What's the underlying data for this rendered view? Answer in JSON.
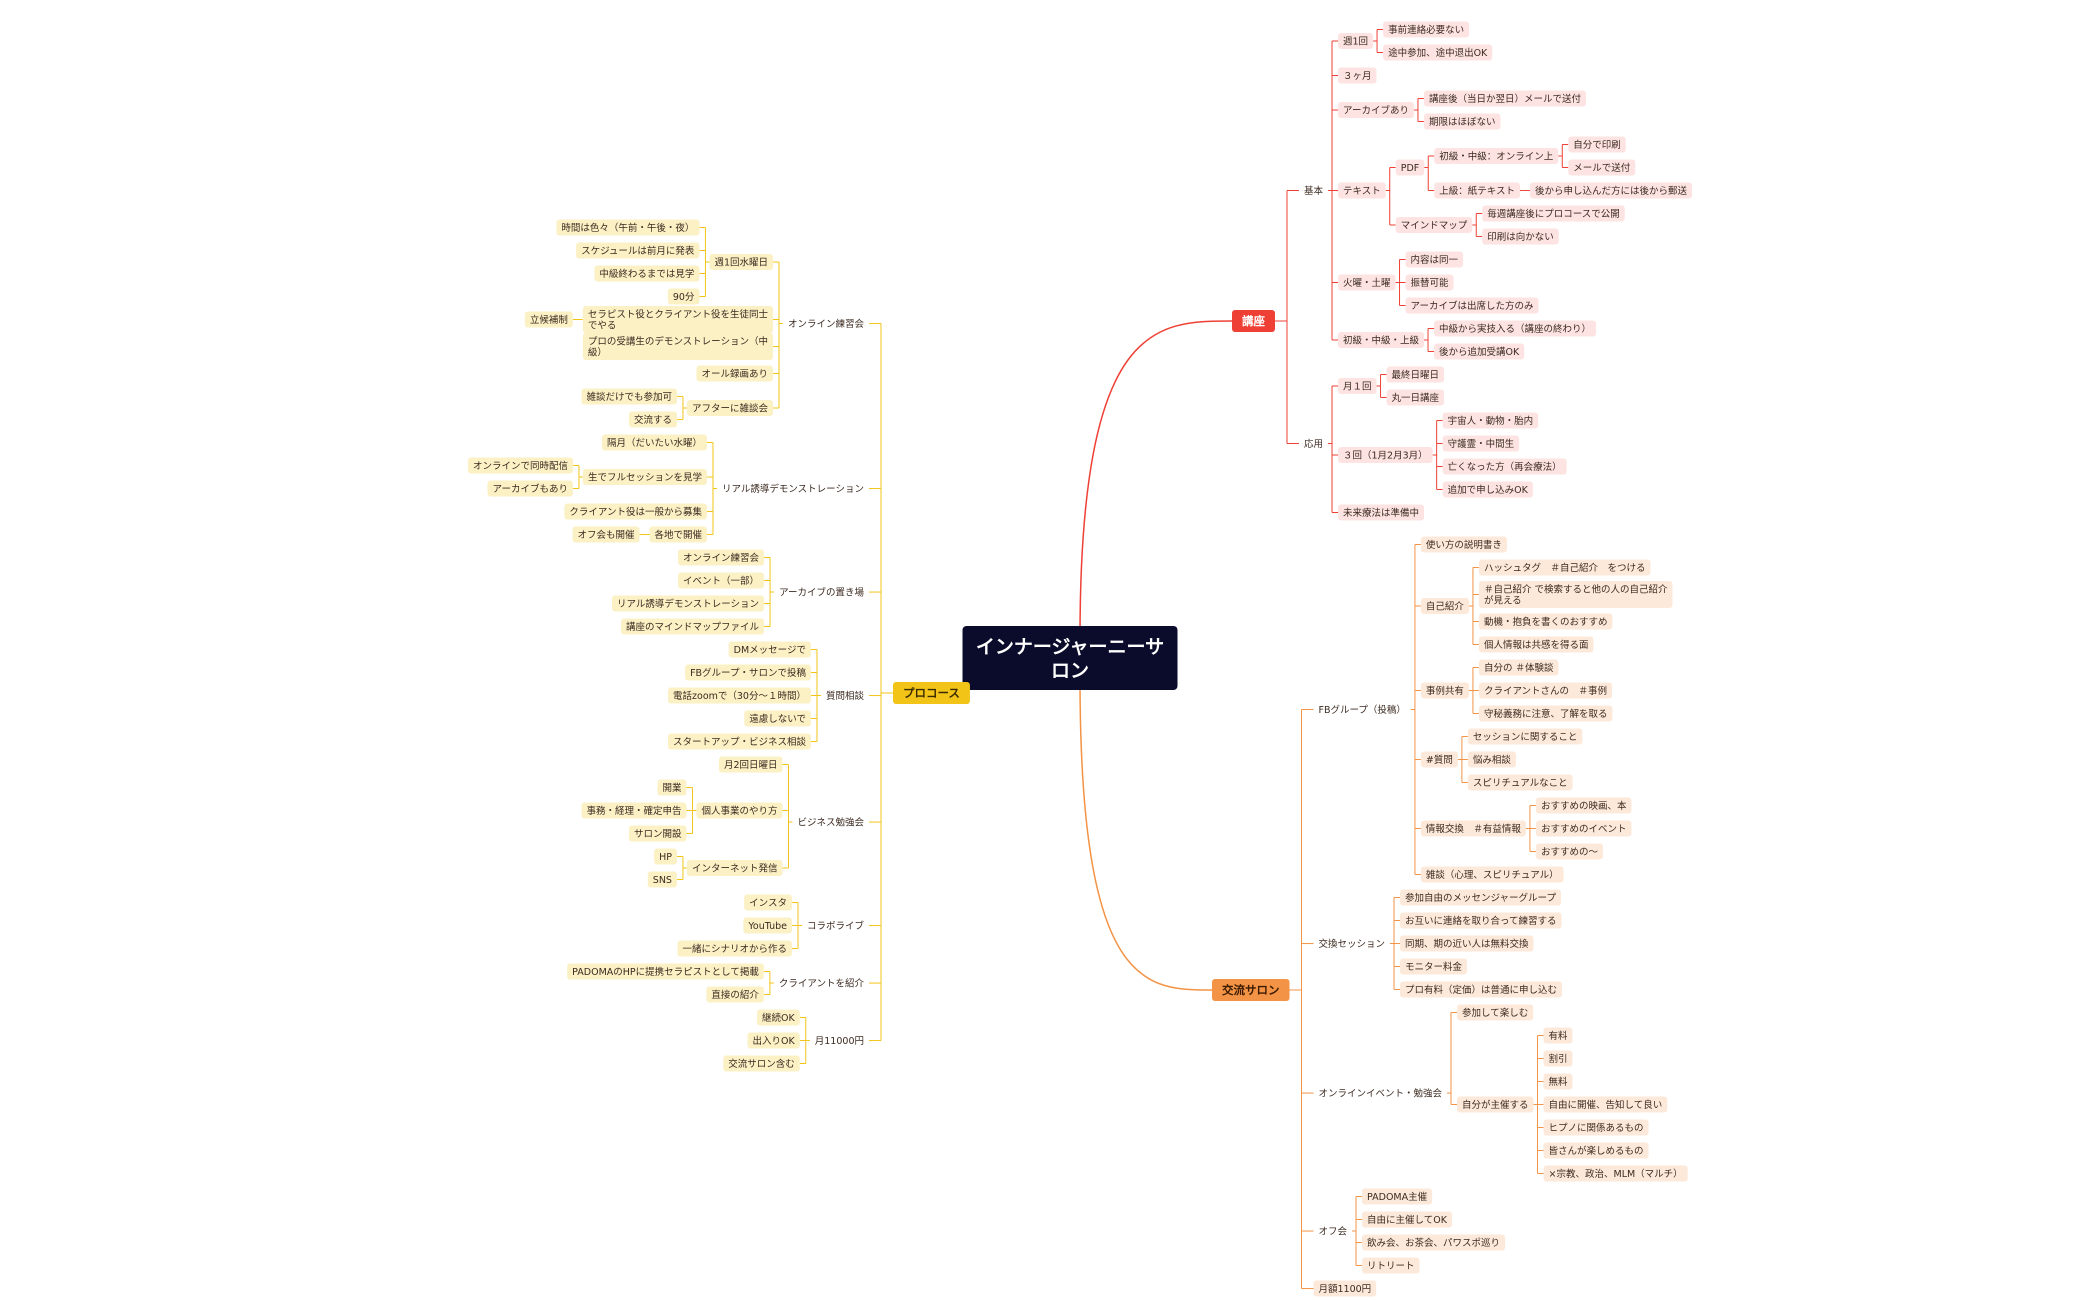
{
  "colors": {
    "center_bg": "#0b0b2b",
    "koza": "#ef4035",
    "koza_light": "#fde4e2",
    "salon": "#f39345",
    "salon_light": "#fde9d9",
    "pro": "#f2c418",
    "pro_light": "#fbf1c5"
  },
  "root": {
    "label": "インナージャーニーサロン",
    "branches": [
      {
        "label": "講座",
        "side": "right",
        "color": "koza",
        "children": [
          {
            "label": "基本",
            "children": [
              {
                "label": "週1回",
                "children": [
                  {
                    "label": "事前連絡必要ない"
                  },
                  {
                    "label": "途中参加、途中退出OK"
                  }
                ]
              },
              {
                "label": "３ヶ月"
              },
              {
                "label": "アーカイブあり",
                "children": [
                  {
                    "label": "講座後（当日か翌日）メールで送付"
                  },
                  {
                    "label": "期限はほぼない"
                  }
                ]
              },
              {
                "label": "テキスト",
                "children": [
                  {
                    "label": "PDF",
                    "children": [
                      {
                        "label": "初級・中級：オンライン上",
                        "children": [
                          {
                            "label": "自分で印刷"
                          },
                          {
                            "label": "メールで送付"
                          }
                        ]
                      },
                      {
                        "label": "上級：紙テキスト",
                        "children": [
                          {
                            "label": "後から申し込んだ方には後から郵送"
                          }
                        ]
                      }
                    ]
                  },
                  {
                    "label": "マインドマップ",
                    "children": [
                      {
                        "label": "毎週講座後にプロコースで公開"
                      },
                      {
                        "label": "印刷は向かない"
                      }
                    ]
                  }
                ]
              },
              {
                "label": "火曜・土曜",
                "children": [
                  {
                    "label": "内容は同一"
                  },
                  {
                    "label": "振替可能"
                  },
                  {
                    "label": "アーカイブは出席した方のみ"
                  }
                ]
              },
              {
                "label": "初級・中級・上級",
                "children": [
                  {
                    "label": "中級から実技入る（講座の終わり）"
                  },
                  {
                    "label": "後から追加受講OK"
                  }
                ]
              }
            ]
          },
          {
            "label": "応用",
            "children": [
              {
                "label": "月１回",
                "children": [
                  {
                    "label": "最終日曜日"
                  },
                  {
                    "label": "丸一日講座"
                  }
                ]
              },
              {
                "label": "３回（1月2月3月）",
                "children": [
                  {
                    "label": "宇宙人・動物・胎内"
                  },
                  {
                    "label": "守護霊・中間生"
                  },
                  {
                    "label": "亡くなった方（再会療法）"
                  },
                  {
                    "label": "追加で申し込みOK"
                  }
                ]
              },
              {
                "label": "未来療法は準備中"
              }
            ]
          }
        ]
      },
      {
        "label": "交流サロン",
        "side": "right",
        "color": "salon",
        "children": [
          {
            "label": "FBグループ（投稿）",
            "children": [
              {
                "label": "使い方の説明書き"
              },
              {
                "label": "自己紹介",
                "children": [
                  {
                    "label": "ハッシュタグ　＃自己紹介　をつける"
                  },
                  {
                    "label": "＃自己紹介 で検索すると他の人の自己紹介が見える"
                  },
                  {
                    "label": "動機・抱負を書くのおすすめ"
                  },
                  {
                    "label": "個人情報は共感を得る面"
                  }
                ]
              },
              {
                "label": "事例共有",
                "children": [
                  {
                    "label": "自分の ＃体験談"
                  },
                  {
                    "label": "クライアントさんの　＃事例"
                  },
                  {
                    "label": "守秘義務に注意、了解を取る"
                  }
                ]
              },
              {
                "label": "#質問",
                "children": [
                  {
                    "label": "セッションに関すること"
                  },
                  {
                    "label": "悩み相談"
                  },
                  {
                    "label": "スピリチュアルなこと"
                  }
                ]
              },
              {
                "label": "情報交換　＃有益情報",
                "children": [
                  {
                    "label": "おすすめの映画、本"
                  },
                  {
                    "label": "おすすめのイベント"
                  },
                  {
                    "label": "おすすめの〜"
                  }
                ]
              },
              {
                "label": "雑談（心理、スピリチュアル）"
              }
            ]
          },
          {
            "label": "交換セッション",
            "children": [
              {
                "label": "参加自由のメッセンジャーグループ"
              },
              {
                "label": "お互いに連絡を取り合って練習する"
              },
              {
                "label": "同期、期の近い人は無料交換"
              },
              {
                "label": "モニター料金"
              },
              {
                "label": "プロ有料（定価）は普通に申し込む"
              }
            ]
          },
          {
            "label": "オンラインイベント・勉強会",
            "children": [
              {
                "label": "参加して楽しむ"
              },
              {
                "label": "自分が主催する",
                "children": [
                  {
                    "label": "有料"
                  },
                  {
                    "label": "割引"
                  },
                  {
                    "label": "無料"
                  },
                  {
                    "label": "自由に開催、告知して良い"
                  },
                  {
                    "label": "ヒプノに関係あるもの"
                  },
                  {
                    "label": "皆さんが楽しめるもの"
                  },
                  {
                    "label": "×宗教、政治、MLM（マルチ）"
                  }
                ]
              }
            ]
          },
          {
            "label": "オフ会",
            "children": [
              {
                "label": "PADOMA主催"
              },
              {
                "label": "自由に主催してOK"
              },
              {
                "label": "飲み会、お茶会、パワスポ巡り"
              },
              {
                "label": "リトリート"
              }
            ]
          },
          {
            "label": "月額1100円"
          }
        ]
      },
      {
        "label": "プロコース",
        "side": "left",
        "color": "pro",
        "children": [
          {
            "label": "オンライン練習会",
            "children": [
              {
                "label": "週1回水曜日",
                "children": [
                  {
                    "label": "時間は色々（午前・午後・夜）"
                  },
                  {
                    "label": "スケジュールは前月に発表"
                  },
                  {
                    "label": "中級終わるまでは見学"
                  },
                  {
                    "label": "90分"
                  }
                ]
              },
              {
                "label": "セラピスト役とクライアント役を生徒同士でやる",
                "children": [
                  {
                    "label": "立候補制"
                  }
                ]
              },
              {
                "label": "プロの受講生のデモンストレーション（中級）"
              },
              {
                "label": "オール録画あり"
              },
              {
                "label": "アフターに雑談会",
                "children": [
                  {
                    "label": "雑談だけでも参加可"
                  },
                  {
                    "label": "交流する"
                  }
                ]
              }
            ]
          },
          {
            "label": "リアル誘導デモンストレーション",
            "children": [
              {
                "label": "隔月（だいたい水曜）"
              },
              {
                "label": "生でフルセッションを見学",
                "children": [
                  {
                    "label": "オンラインで同時配信"
                  },
                  {
                    "label": "アーカイブもあり"
                  }
                ]
              },
              {
                "label": "クライアント役は一般から募集"
              },
              {
                "label": "各地で開催",
                "children": [
                  {
                    "label": "オフ会も開催"
                  }
                ]
              }
            ]
          },
          {
            "label": "アーカイブの置き場",
            "children": [
              {
                "label": "オンライン練習会"
              },
              {
                "label": "イベント（一部）"
              },
              {
                "label": "リアル誘導デモンストレーション"
              },
              {
                "label": "講座のマインドマップファイル"
              }
            ]
          },
          {
            "label": "質問相談",
            "children": [
              {
                "label": "DMメッセージで"
              },
              {
                "label": "FBグループ・サロンで投稿"
              },
              {
                "label": "電話zoomで（30分〜１時間）"
              },
              {
                "label": "遠慮しないで"
              },
              {
                "label": "スタートアップ・ビジネス相談"
              }
            ]
          },
          {
            "label": "ビジネス勉強会",
            "children": [
              {
                "label": "月2回日曜日"
              },
              {
                "label": "個人事業のやり方",
                "children": [
                  {
                    "label": "開業"
                  },
                  {
                    "label": "事務・経理・確定申告"
                  },
                  {
                    "label": "サロン開設"
                  }
                ]
              },
              {
                "label": "インターネット発信",
                "children": [
                  {
                    "label": "HP"
                  },
                  {
                    "label": "SNS"
                  }
                ]
              }
            ]
          },
          {
            "label": "コラボライブ",
            "children": [
              {
                "label": "インスタ"
              },
              {
                "label": "YouTube"
              },
              {
                "label": "一緒にシナリオから作る"
              }
            ]
          },
          {
            "label": "クライアントを紹介",
            "children": [
              {
                "label": "PADOMAのHPに提携セラピストとして掲載"
              },
              {
                "label": "直接の紹介"
              }
            ]
          },
          {
            "label": "月11000円",
            "children": [
              {
                "label": "継続OK"
              },
              {
                "label": "出入りOK"
              },
              {
                "label": "交流サロン含む"
              }
            ]
          }
        ]
      }
    ]
  }
}
